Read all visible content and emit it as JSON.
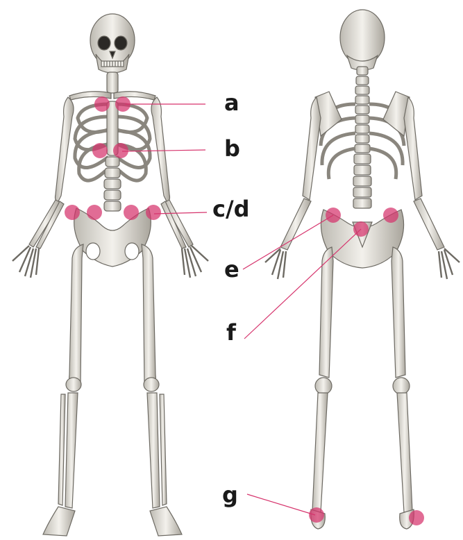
{
  "labels": {
    "a": "a",
    "b": "b",
    "cd": "c/d",
    "e": "e",
    "f": "f",
    "g": "g"
  },
  "colors": {
    "marker": "#d6336c",
    "bone": "#e8e6e1",
    "bone_shade": "#b9b6ae",
    "bone_dark": "#55524b",
    "leader_line": "#d6336c"
  },
  "figures": [
    "skeleton-front-view",
    "skeleton-back-view"
  ]
}
